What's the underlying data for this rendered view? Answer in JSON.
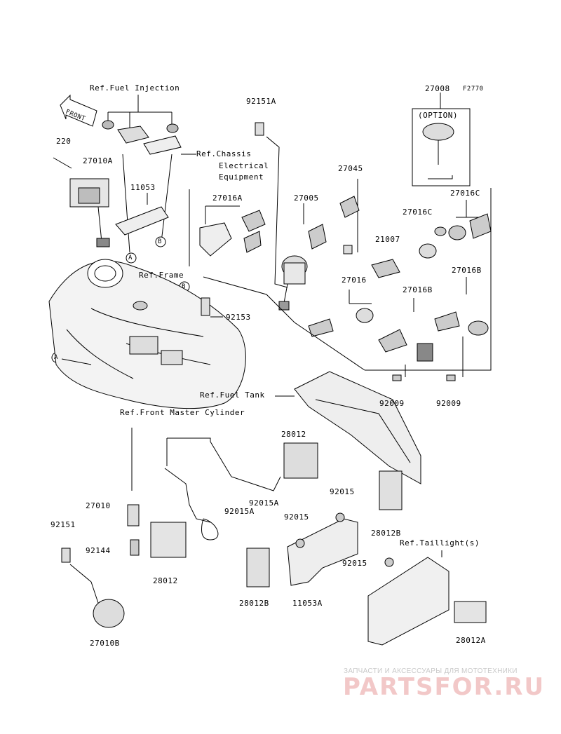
{
  "diagram": {
    "code": "F2770",
    "front_label": "FRONT",
    "refs": {
      "fuel_injection": "Ref.Fuel Injection",
      "chassis_1": "Ref.Chassis",
      "chassis_2": "Electrical",
      "chassis_3": "Equipment",
      "frame": "Ref.Frame",
      "fuel_tank": "Ref.Fuel Tank",
      "front_master": "Ref.Front Master Cylinder",
      "taillight": "Ref.Taillight(s)"
    },
    "option_label": "(OPTION)",
    "callouts": {
      "a": "A",
      "b": "B"
    },
    "parts": {
      "p220": "220",
      "p27010A": "27010A",
      "p11053": "11053",
      "p92151A": "92151A",
      "p27016A": "27016A",
      "p92153": "92153",
      "p27005": "27005",
      "p27045": "27045",
      "p27008": "27008",
      "p27016C_1": "27016C",
      "p27016C_2": "27016C",
      "p21007": "21007",
      "p27016B_1": "27016B",
      "p27016": "27016",
      "p27016B_2": "27016B",
      "p92009_1": "92009",
      "p92009_2": "92009",
      "p28012_top": "28012",
      "p92015A_1": "92015A",
      "p92015A_2": "92015A",
      "p27010": "27010",
      "p92151": "92151",
      "p92144": "92144",
      "p28012_bot": "28012",
      "p92015_1": "92015",
      "p28012B_1": "28012B",
      "p92015_2": "92015",
      "p92015_3": "92015",
      "p28012B_2": "28012B",
      "p11053A": "11053A",
      "p27010B": "27010B",
      "p28012A": "28012A"
    }
  },
  "watermark": {
    "tagline": "ЗАПЧАСТИ И АКСЕССУАРЫ ДЛЯ МОТОТЕХНИКИ",
    "logo": "PARTSFOR.RU",
    "color": "#f2c8c8"
  }
}
